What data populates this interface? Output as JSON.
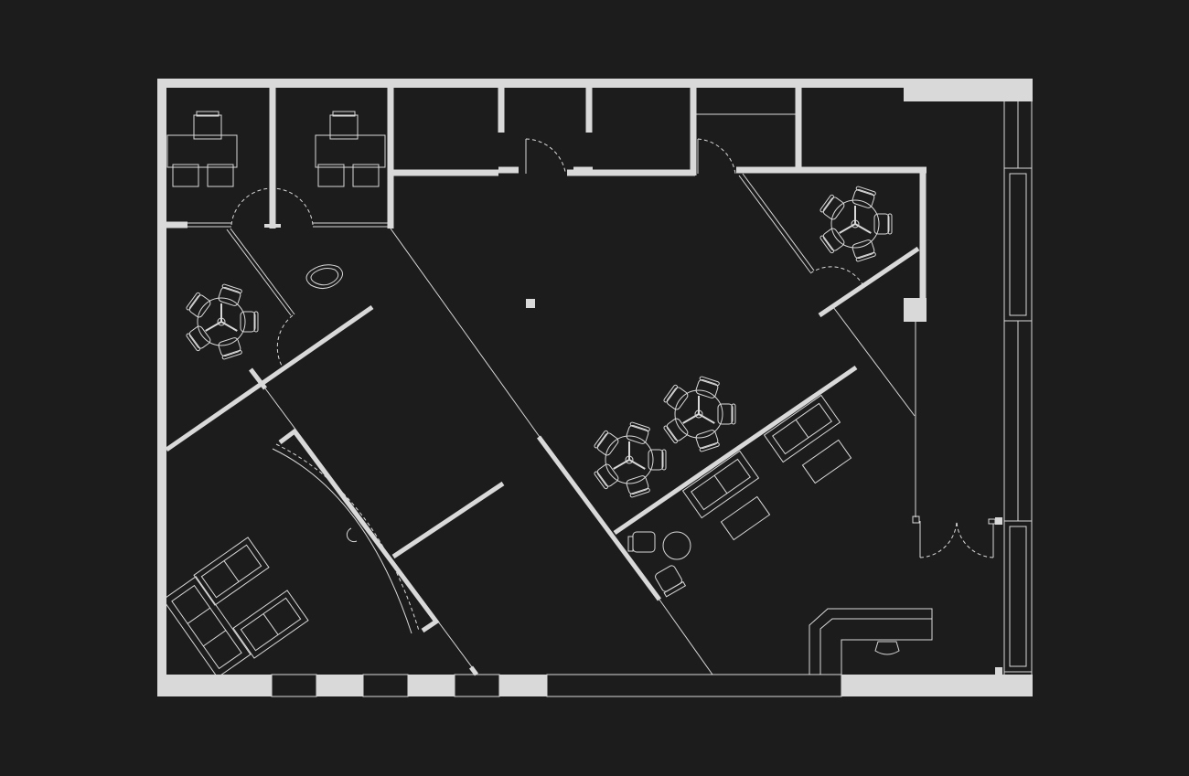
{
  "drawing": {
    "type": "architectural-floor-plan",
    "labels": [],
    "colors": {
      "background": "#1c1c1c",
      "linework": "#d9d9d9"
    }
  },
  "furniture_counts": {
    "private_offices": 2,
    "round_tables_with_5_chairs": 4,
    "sofas": 5,
    "coffee_tables": 3,
    "reception_desk": 1
  }
}
